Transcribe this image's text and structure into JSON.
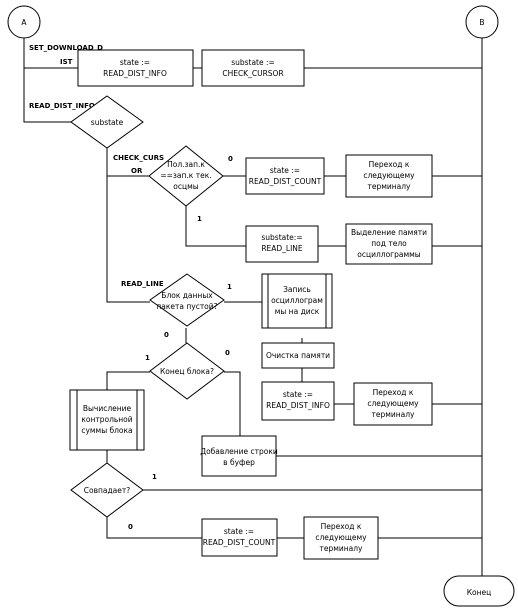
{
  "connectors": {
    "a": "A",
    "b": "B",
    "end": "Конец"
  },
  "labels": {
    "set_download_dist_1": "SET_DOWNLOAD_D",
    "set_download_dist_2": "IST",
    "read_dist_info": "READ_DIST_INFO",
    "check_cursor_1": "CHECK_CURS",
    "check_cursor_2": "OR",
    "read_line": "READ_LINE"
  },
  "branch_labels": {
    "d1_no": "0",
    "d1_yes": "1",
    "d2_yes": "1",
    "d2_no": "0",
    "d3_yes": "1",
    "d3_no": "0",
    "d4_yes": "1",
    "d4_no": "0"
  },
  "decisions": {
    "substate": [
      "substate"
    ],
    "d1": [
      "Пол.зап.к",
      "==зап.к тек.",
      "осцмы"
    ],
    "d2": [
      "Блок данных",
      "пакета пустой?"
    ],
    "d3": [
      "Конец блока?"
    ],
    "d4": [
      "Совпадает?"
    ]
  },
  "processes": {
    "p1": [
      "state :=",
      "READ_DIST_INFO"
    ],
    "p2": [
      "substate :=",
      "CHECK_CURSOR"
    ],
    "p3": [
      "state :=",
      "READ_DIST_COUNT"
    ],
    "p4": [
      "Переход к",
      "следующему",
      "терминалу"
    ],
    "p5": [
      "substate:=",
      "READ_LINE"
    ],
    "p6": [
      "Выделение памяти",
      "под тело",
      "осциллограммы"
    ],
    "p7": [
      "Запись",
      "осциллограм",
      "мы на диск"
    ],
    "p8": [
      "Очистка памяти"
    ],
    "p9": [
      "state :=",
      "READ_DIST_INFO"
    ],
    "p10": [
      "Переход к",
      "следующему",
      "терминалу"
    ],
    "p11": [
      "Вычисление",
      "контрольной",
      "суммы блока"
    ],
    "p12": [
      "Добавление строки",
      "в буфер"
    ],
    "p13": [
      "state :=",
      "READ_DIST_COUNT"
    ],
    "p14": [
      "Переход к",
      "следующему",
      "терминалу"
    ]
  }
}
